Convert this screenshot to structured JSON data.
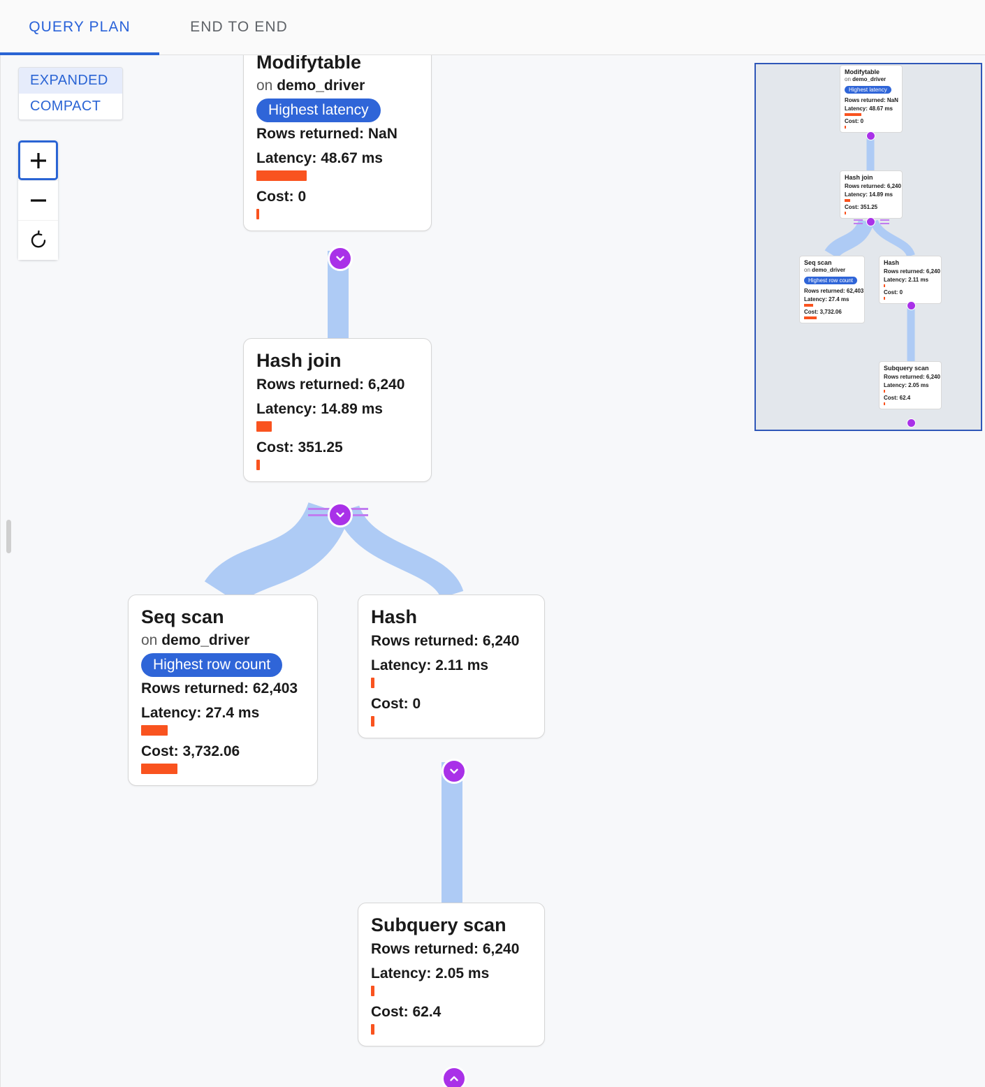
{
  "tabs": [
    {
      "label": "QUERY PLAN",
      "active": true
    },
    {
      "label": "END TO END",
      "active": false
    }
  ],
  "controls": {
    "mode": {
      "expanded_label": "EXPANDED",
      "compact_label": "COMPACT",
      "selected": "EXPANDED"
    },
    "zoom": {
      "zoom_in_label": "+",
      "zoom_out_label": "−",
      "reset_label": "reset-icon"
    }
  },
  "colors": {
    "accent_blue": "#2a64d4",
    "badge_blue": "#2f65d8",
    "bar_orange": "#f9531f",
    "edge_blue": "#aecbf5",
    "toggle_purple": "#a931e8",
    "rail_purple": "#c07cf0",
    "minimap_bg": "#e3e7ec",
    "minimap_border": "#2f57b8",
    "canvas_bg": "#f7f8fa"
  },
  "labels": {
    "rows_returned": "Rows returned:",
    "latency": "Latency:",
    "cost": "Cost:",
    "on": "on"
  },
  "nodes": [
    {
      "id": "modifytable",
      "title": "Modifytable",
      "relation_prefix": "on",
      "relation": "demo_driver",
      "badge": "Highest latency",
      "rows_returned": "Rows returned: NaN",
      "latency": "Latency: 48.67 ms",
      "latency_bar_pct": 100,
      "cost": "Cost: 0",
      "cost_bar_pct": 2,
      "toggle": "chevron-down"
    },
    {
      "id": "hashjoin",
      "title": "Hash join",
      "relation_prefix": "",
      "relation": "",
      "badge": "",
      "rows_returned": "Rows returned: 6,240",
      "latency": "Latency: 14.89 ms",
      "latency_bar_pct": 31,
      "cost": "Cost: 351.25",
      "cost_bar_pct": 4,
      "toggle": "chevron-down"
    },
    {
      "id": "seqscan",
      "title": "Seq scan",
      "relation_prefix": "on",
      "relation": "demo_driver",
      "badge": "Highest row count",
      "rows_returned": "Rows returned: 62,403",
      "latency": "Latency: 27.4 ms",
      "latency_bar_pct": 57,
      "cost": "Cost: 3,732.06",
      "cost_bar_pct": 100,
      "toggle": ""
    },
    {
      "id": "hash",
      "title": "Hash",
      "relation_prefix": "",
      "relation": "",
      "badge": "",
      "rows_returned": "Rows returned: 6,240",
      "latency": "Latency: 2.11 ms",
      "latency_bar_pct": 3,
      "cost": "Cost: 0",
      "cost_bar_pct": 3,
      "toggle": "chevron-down"
    },
    {
      "id": "subqueryscan",
      "title": "Subquery scan",
      "relation_prefix": "",
      "relation": "",
      "badge": "",
      "rows_returned": "Rows returned: 6,240",
      "latency": "Latency: 2.05 ms",
      "latency_bar_pct": 3,
      "cost": "Cost: 62.4",
      "cost_bar_pct": 3,
      "toggle": "chevron-up"
    }
  ],
  "minimap": {
    "name": "plan-minimap",
    "nodes": [
      {
        "id": "mm-modifytable",
        "title": "Modifytable",
        "relation_prefix": "on",
        "relation": "demo_driver",
        "badge": "Highest latency",
        "rows_returned": "Rows returned: NaN",
        "latency": "Latency: 48.67 ms",
        "latency_bar_pct": 100,
        "cost": "Cost: 0",
        "cost_bar_pct": 3
      },
      {
        "id": "mm-hashjoin",
        "title": "Hash join",
        "relation_prefix": "",
        "relation": "",
        "badge": "",
        "rows_returned": "Rows returned: 6,240",
        "latency": "Latency: 14.89 ms",
        "latency_bar_pct": 31,
        "cost": "Cost: 351.25",
        "cost_bar_pct": 5
      },
      {
        "id": "mm-seqscan",
        "title": "Seq scan",
        "relation_prefix": "on",
        "relation": "demo_driver",
        "badge": "Highest row count",
        "rows_returned": "Rows returned: 62,403",
        "latency": "Latency: 27.4 ms",
        "latency_bar_pct": 57,
        "cost": "Cost: 3,732.06",
        "cost_bar_pct": 100
      },
      {
        "id": "mm-hash",
        "title": "Hash",
        "relation_prefix": "",
        "relation": "",
        "badge": "",
        "rows_returned": "Rows returned: 6,240",
        "latency": "Latency: 2.11 ms",
        "latency_bar_pct": 4,
        "cost": "Cost: 0",
        "cost_bar_pct": 4
      },
      {
        "id": "mm-subqueryscan",
        "title": "Subquery scan",
        "relation_prefix": "",
        "relation": "",
        "badge": "",
        "rows_returned": "Rows returned: 6,240",
        "latency": "Latency: 2.05 ms",
        "latency_bar_pct": 4,
        "cost": "Cost: 62.4",
        "cost_bar_pct": 4
      }
    ]
  }
}
